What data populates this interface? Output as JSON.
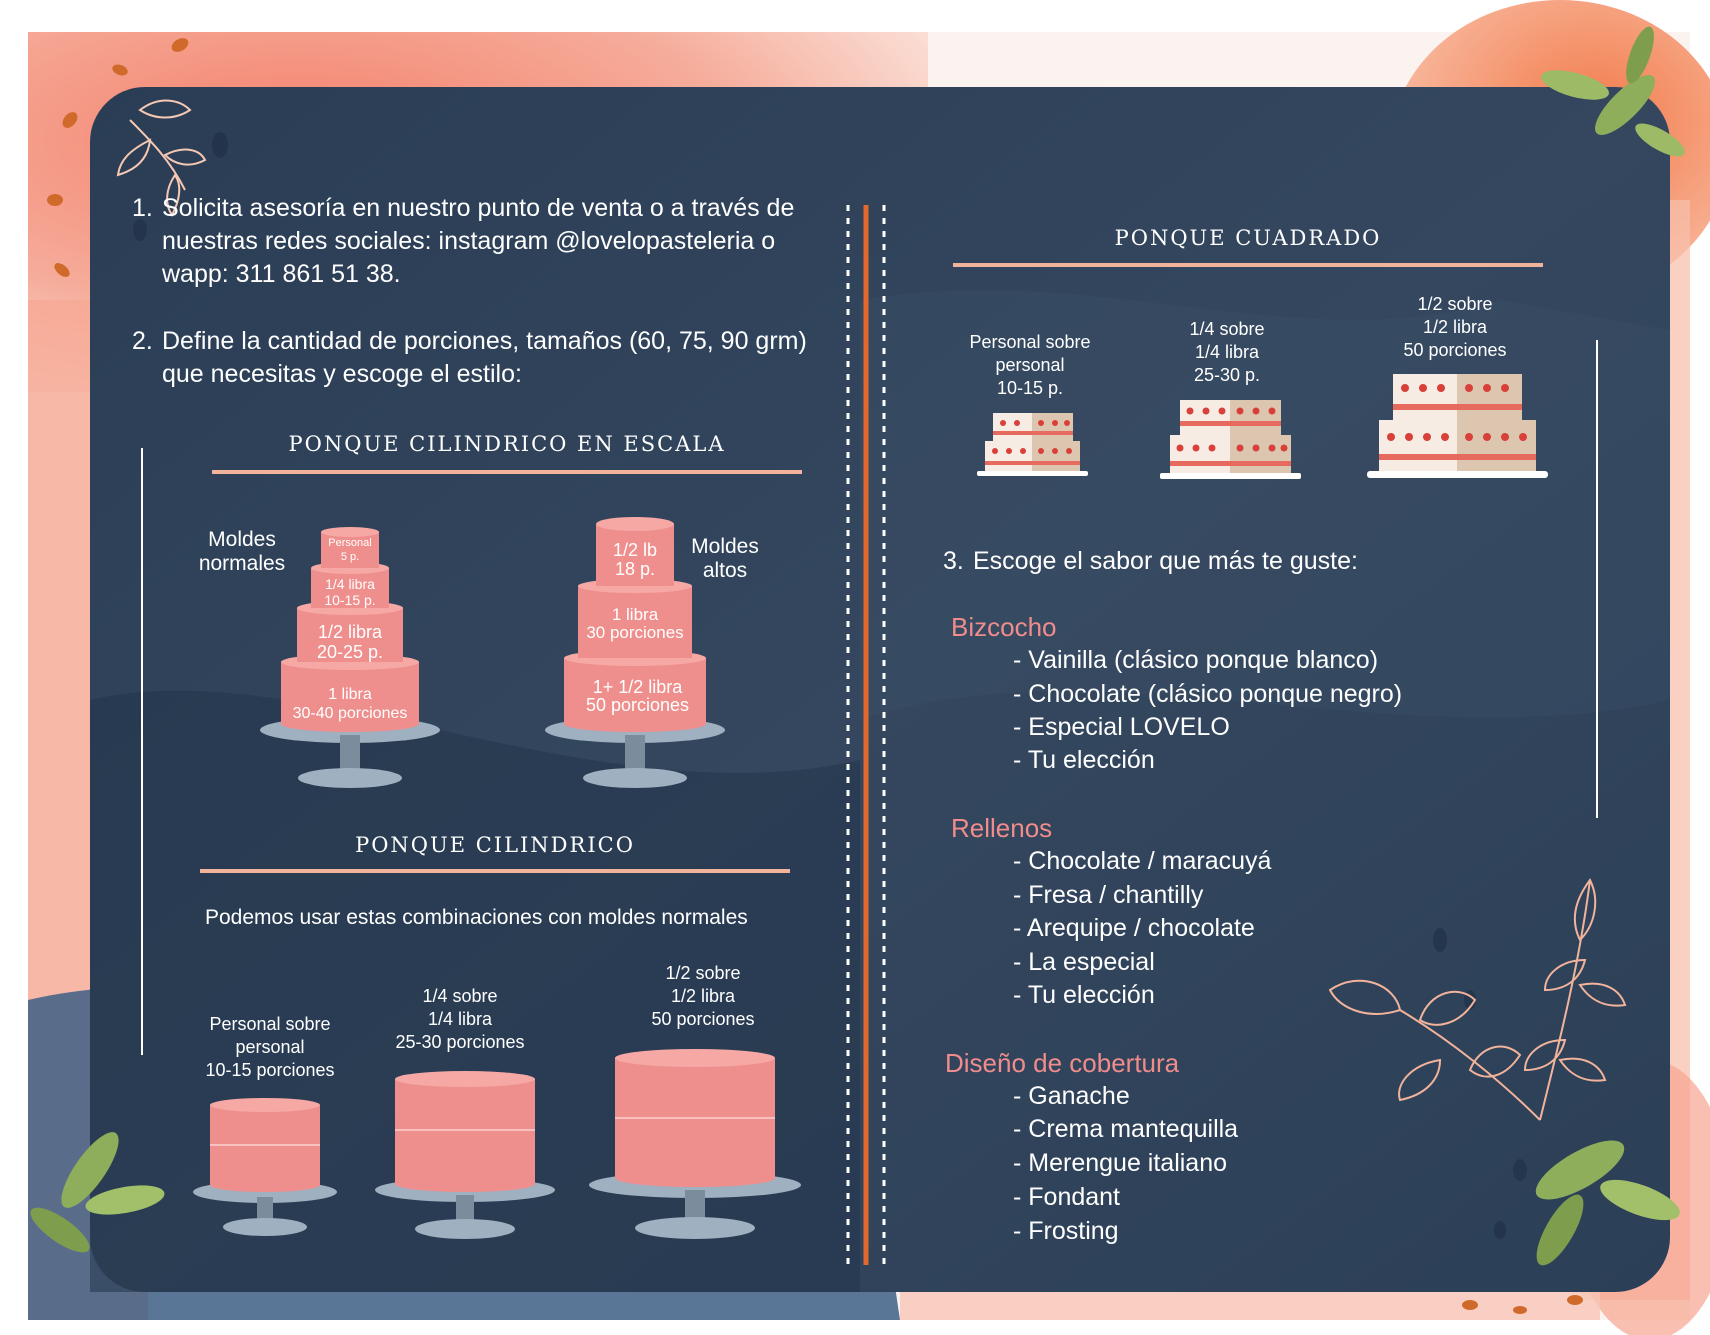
{
  "steps": {
    "step1": {
      "number": "1.",
      "lines": [
        "Solicita asesoría en nuestro punto de venta o a través de",
        "nuestras  redes  sociales:  instagram  @lovelopasteleria o",
        "wapp: 311 861 51 38."
      ]
    },
    "step2": {
      "number": "2.",
      "lines": [
        "Define la cantidad de porciones,  tamaños (60, 75, 90 grm)",
        "que necesitas y escoge el estilo:"
      ]
    },
    "step3": {
      "number": "3.",
      "text": "Escoge el sabor que más te guste:"
    }
  },
  "escala": {
    "title": "PONQUE  CILINDRICO  EN  ESCALA",
    "normal": {
      "label": [
        "Moldes",
        "normales"
      ],
      "tiers": [
        {
          "lines": [
            "Personal",
            "5 p."
          ]
        },
        {
          "lines": [
            "1/4 libra",
            "10-15 p."
          ]
        },
        {
          "lines": [
            "1/2 libra",
            "20-25 p."
          ]
        },
        {
          "lines": [
            "1 libra",
            "30-40 porciones"
          ]
        }
      ]
    },
    "altos": {
      "label": [
        "Moldes",
        "altos"
      ],
      "tiers": [
        {
          "lines": [
            "1/2 lb",
            "18 p."
          ]
        },
        {
          "lines": [
            "1 libra",
            "30 porciones"
          ]
        },
        {
          "lines": [
            "1+ 1/2 libra",
            "50 porciones"
          ]
        }
      ]
    }
  },
  "cilindrico": {
    "title": "PONQUE  CILINDRICO",
    "subtitle": "Podemos usar estas combinaciones con moldes normales",
    "options": [
      {
        "lines": [
          "Personal sobre",
          "personal",
          "10-15 porciones"
        ]
      },
      {
        "lines": [
          "1/4 sobre",
          "1/4 libra",
          "25-30 porciones"
        ]
      },
      {
        "lines": [
          "1/2 sobre",
          "1/2 libra",
          "50 porciones"
        ]
      }
    ]
  },
  "cuadrado": {
    "title": "PONQUE  CUADRADO",
    "options": [
      {
        "lines": [
          "Personal sobre",
          "personal",
          "10-15 p."
        ]
      },
      {
        "lines": [
          "1/4 sobre",
          "1/4 libra",
          "25-30 p."
        ]
      },
      {
        "lines": [
          "1/2 sobre",
          "1/2 libra",
          "50 porciones"
        ]
      }
    ]
  },
  "flavors": {
    "bizcocho": {
      "title": "Bizcocho",
      "items": [
        "- Vainilla (clásico ponque blanco)",
        "- Chocolate (clásico ponque negro)",
        "- Especial LOVELO",
        "- Tu elección"
      ]
    },
    "rellenos": {
      "title": "Rellenos",
      "items": [
        "- Chocolate / maracuyá",
        "- Fresa / chantilly",
        "- Arequipe / chocolate",
        "- La especial",
        "- Tu elección"
      ]
    },
    "cobertura": {
      "title": "Diseño de cobertura",
      "items": [
        "- Ganache",
        "- Crema mantequilla",
        "- Merengue italiano",
        "- Fondant",
        "- Frosting"
      ]
    }
  },
  "colors": {
    "panel": "#2e4259",
    "accent_rule": "#f2b39c",
    "cake_pink": "#ef8f8d",
    "category": "#f08c8c",
    "center_line": "#e2692e"
  }
}
